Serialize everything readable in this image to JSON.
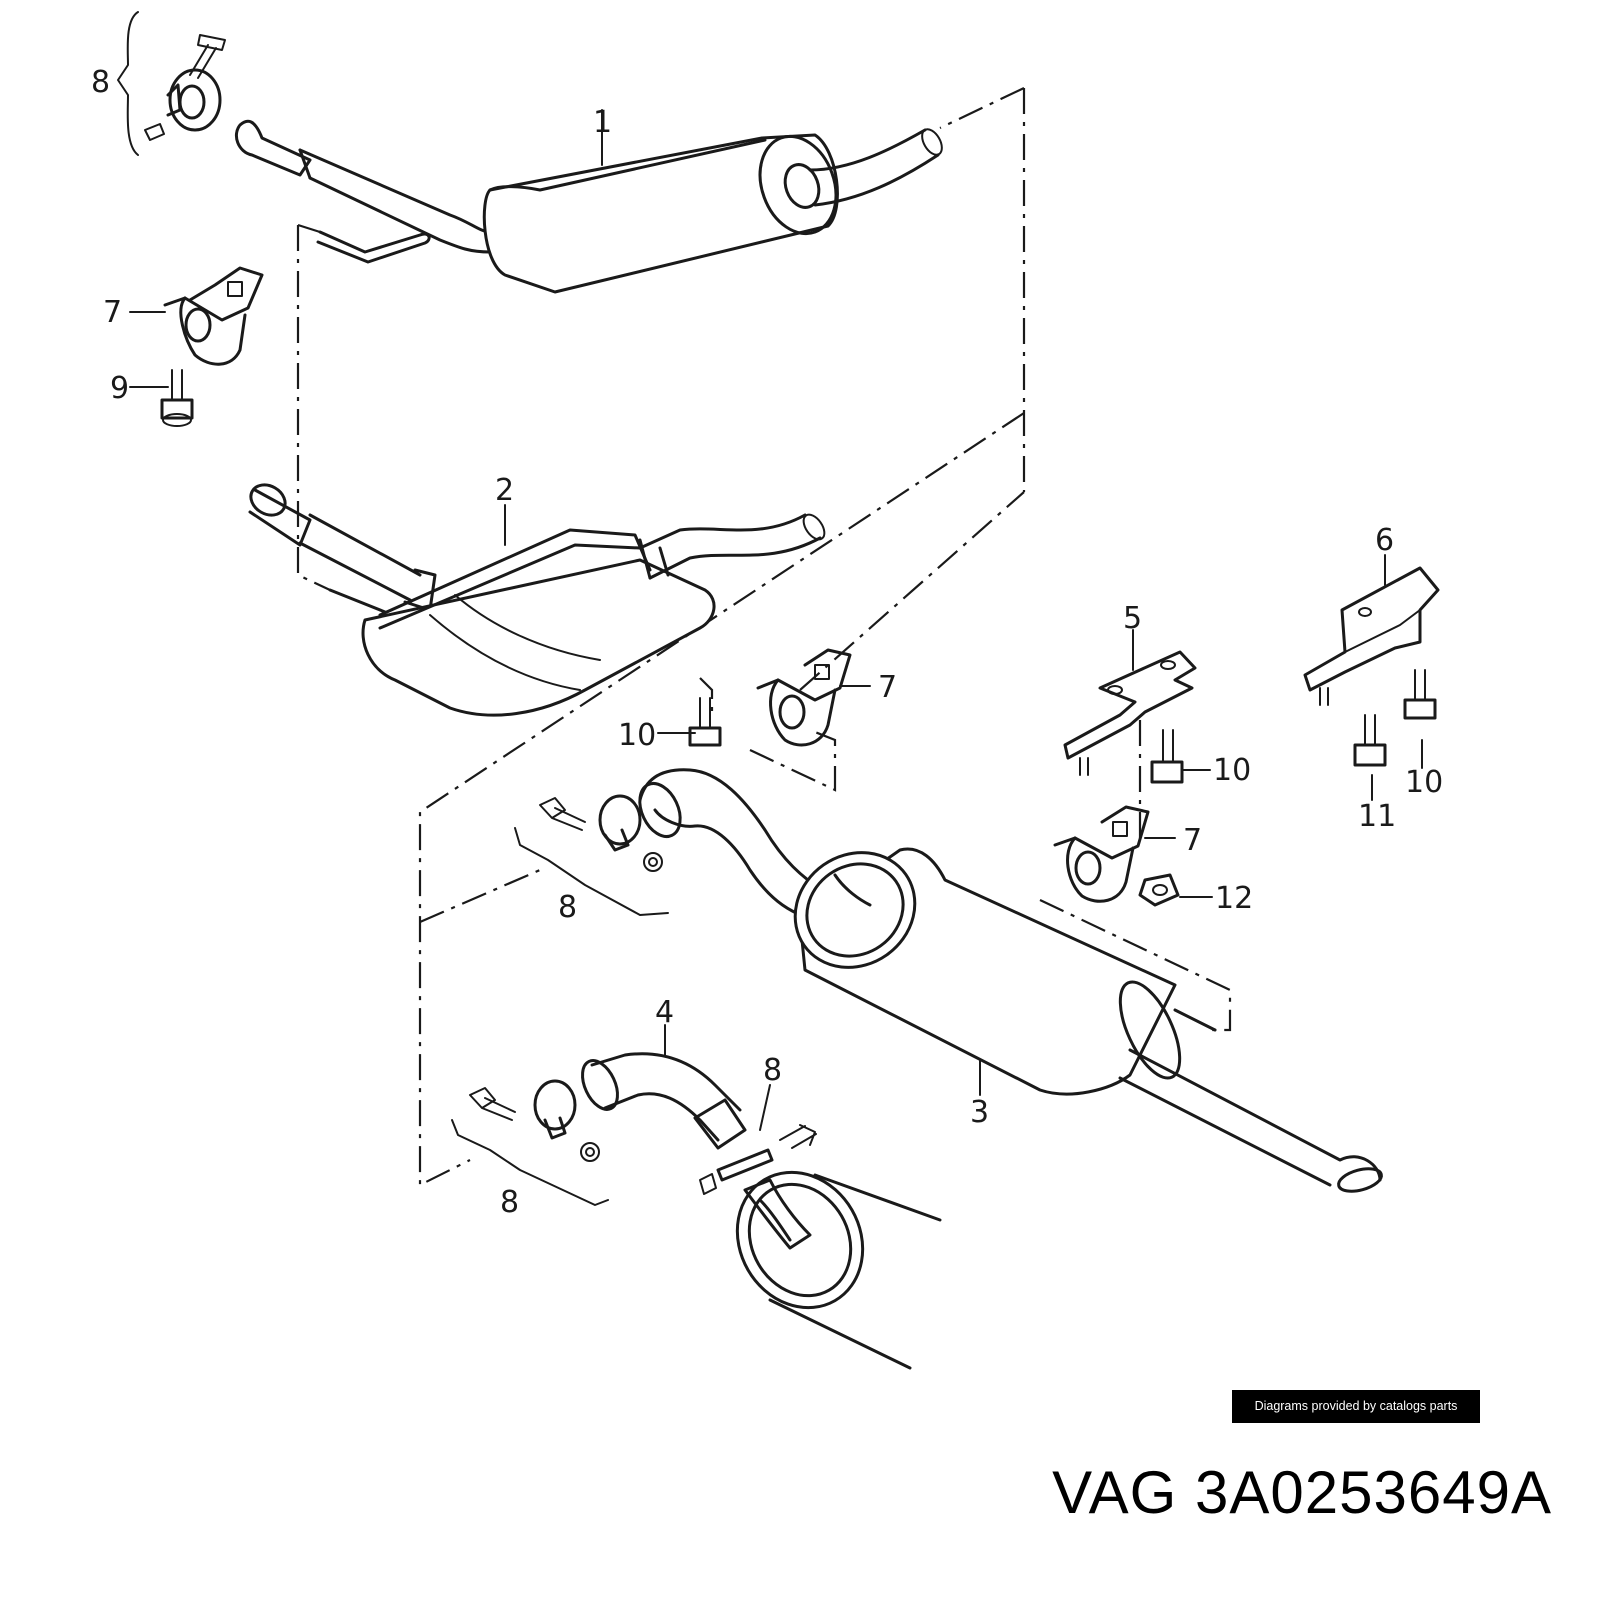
{
  "callouts": {
    "c1": "1",
    "c2": "2",
    "c3": "3",
    "c4": "4",
    "c5": "5",
    "c6": "6",
    "c7a": "7",
    "c7b": "7",
    "c7c": "7",
    "c8a": "8",
    "c8b": "8",
    "c8c": "8",
    "c8d": "8",
    "c9": "9",
    "c10a": "10",
    "c10b": "10",
    "c10c": "10",
    "c11": "11",
    "c12": "12"
  },
  "credit_badge": "Diagrams provided by catalogs parts",
  "part_label": "VAG 3A0253649A",
  "colors": {
    "line": "#1a1a1a",
    "badge_bg": "#000000",
    "badge_text": "#ffffff",
    "background": "#ffffff"
  }
}
